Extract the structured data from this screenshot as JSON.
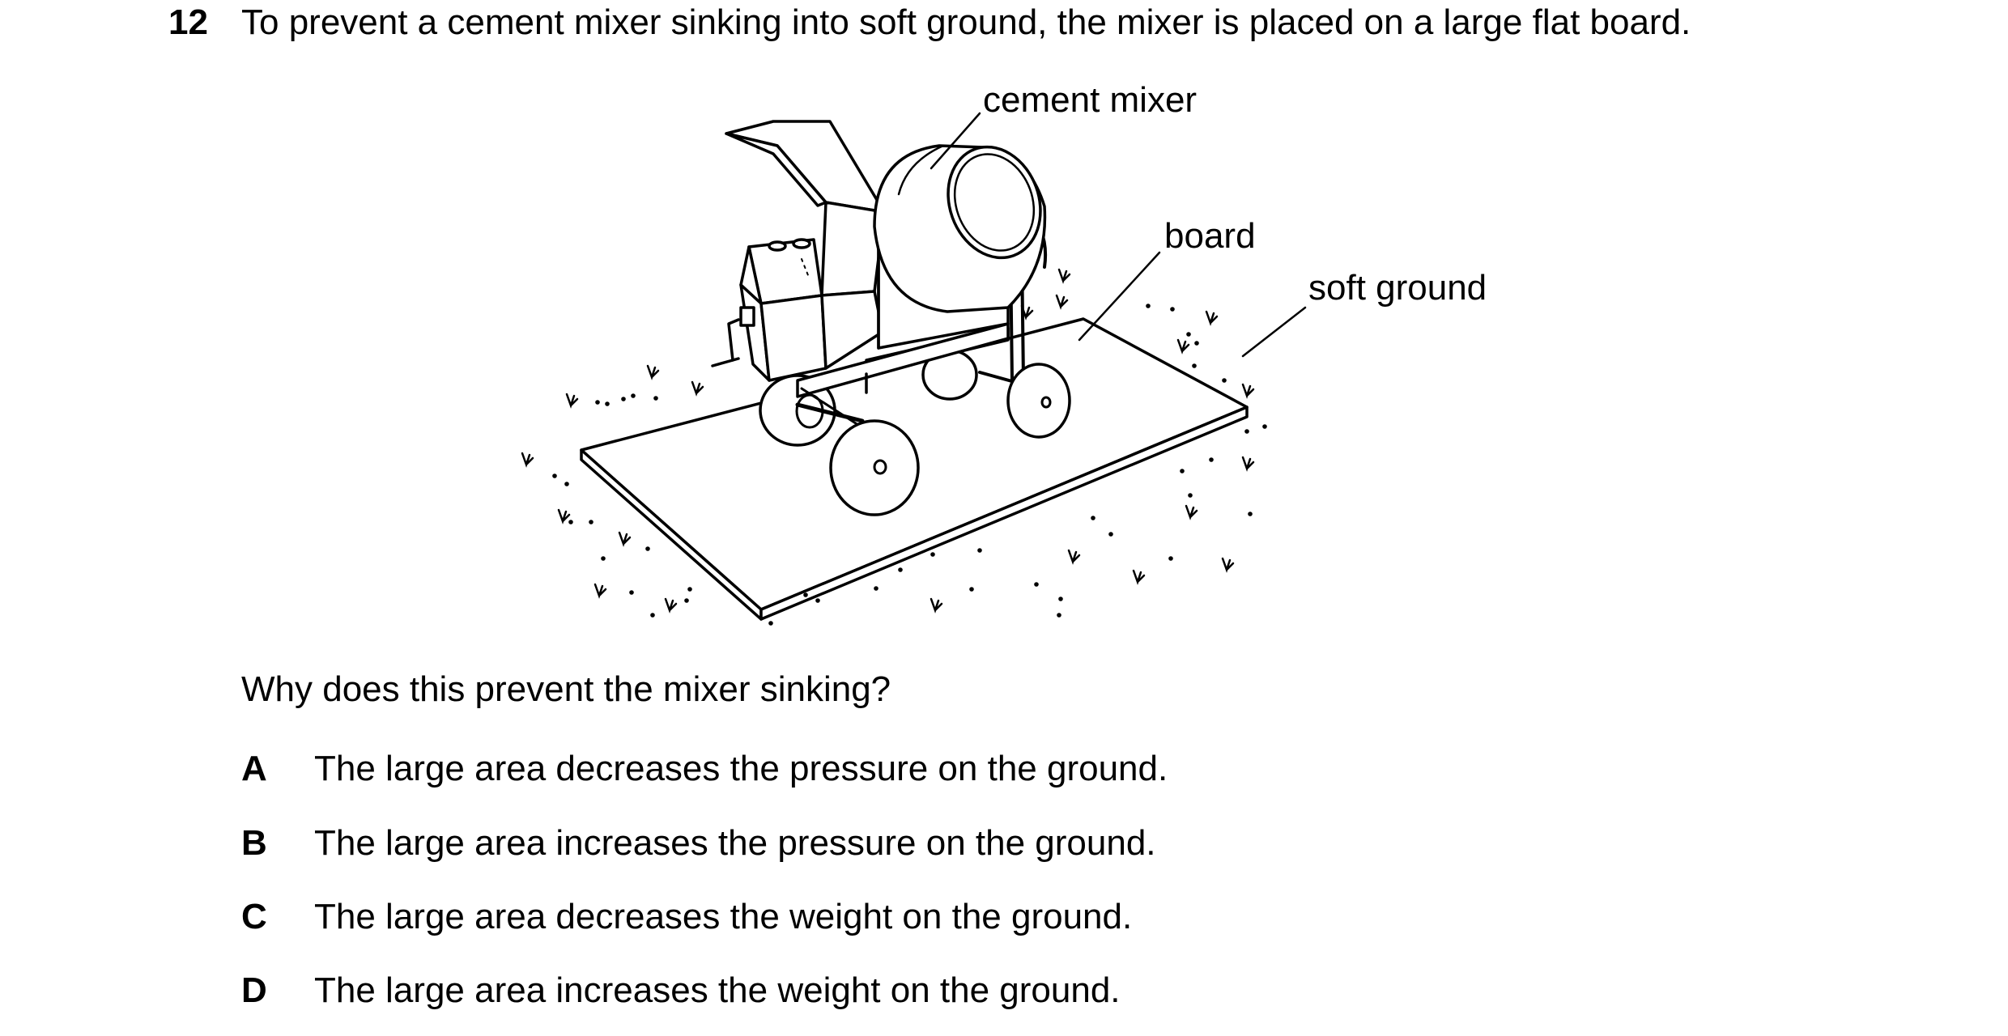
{
  "question": {
    "number": "12",
    "stem": "To prevent a cement mixer sinking into soft ground, the mixer is placed on a large flat board.",
    "prompt": "Why does this prevent the mixer sinking?"
  },
  "figure": {
    "labels": {
      "mixer": "cement mixer",
      "board": "board",
      "ground": "soft ground"
    }
  },
  "options": [
    {
      "letter": "A",
      "text": "The large area decreases the pressure on the ground."
    },
    {
      "letter": "B",
      "text": "The large area increases the pressure on the ground."
    },
    {
      "letter": "C",
      "text": "The large area decreases the weight on the ground."
    },
    {
      "letter": "D",
      "text": "The large area increases the weight on the ground."
    }
  ]
}
